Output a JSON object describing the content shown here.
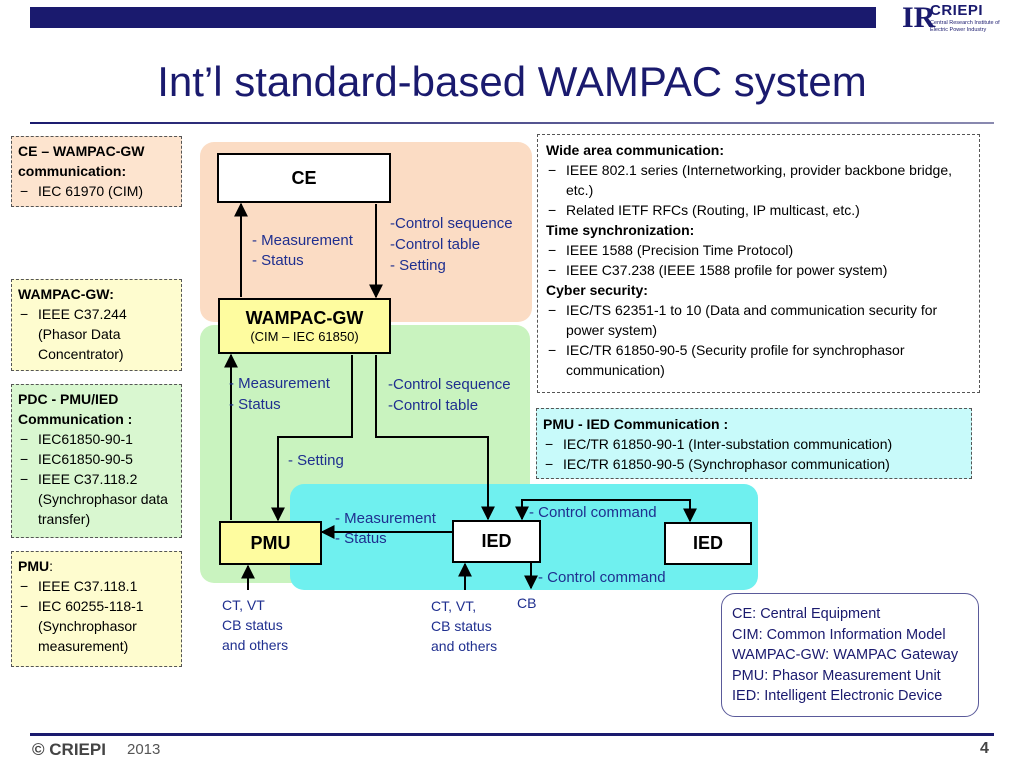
{
  "header": {
    "logo_mark": "IR",
    "logo_name": "CRIEPI",
    "logo_sub": "Central Research Institute of Electric Power Industry"
  },
  "title": "Int’l standard-based WAMPAC system",
  "left_boxes": {
    "ce_gw": {
      "heading": "CE – WAMPAC-GW communication:",
      "items": [
        "IEC 61970 (CIM)"
      ]
    },
    "gw": {
      "heading": "WAMPAC-GW:",
      "items": [
        "IEEE C37.244 (Phasor Data Concentrator)"
      ]
    },
    "pdc": {
      "heading": "PDC - PMU/IED Communication :",
      "items": [
        "IEC61850-90-1",
        "IEC61850-90-5",
        "IEEE C37.118.2 (Synchrophasor data transfer)"
      ]
    },
    "pmu": {
      "heading": "PMU",
      "heading_suffix": ":",
      "items": [
        "IEEE C37.118.1",
        "IEC 60255-118-1 (Synchrophasor measurement)"
      ]
    }
  },
  "right_boxes": {
    "wide": {
      "h1": "Wide area communication:",
      "items1": [
        "IEEE 802.1 series (Internetworking, provider backbone bridge, etc.)",
        "Related IETF RFCs (Routing, IP multicast, etc.)"
      ],
      "h2": "Time synchronization:",
      "items2": [
        "IEEE 1588 (Precision Time Protocol)",
        "IEEE C37.238 (IEEE 1588 profile for power system)"
      ],
      "h3": "Cyber security:",
      "items3": [
        "IEC/TS 62351-1 to 10 (Data and communication security for power system)",
        "IEC/TR 61850-90-5 (Security profile for synchrophasor communication)"
      ]
    },
    "pmu_ied": {
      "heading": "PMU - IED Communication :",
      "items": [
        "IEC/TR 61850-90-1 (Inter-substation communication)",
        "IEC/TR 61850-90-5 (Synchrophasor communication)"
      ]
    }
  },
  "nodes": {
    "ce": "CE",
    "gw": "WAMPAC-GW",
    "gw_sub": "(CIM – IEC 61850)",
    "pmu": "PMU",
    "ied1": "IED",
    "ied2": "IED"
  },
  "labels": {
    "ce_up_1": "- Measurement",
    "ce_up_2": "- Status",
    "ce_down_1": "-Control sequence",
    "ce_down_2": "-Control table",
    "ce_down_3": "- Setting",
    "gw_up_1": "- Measurement",
    "gw_up_2": "- Status",
    "gw_down_1": "-Control sequence",
    "gw_down_2": "-Control table",
    "setting": "- Setting",
    "ied_meas_1": "- Measurement",
    "ied_meas_2": "- Status",
    "ctrl_cmd_top": "- Control command",
    "ctrl_cmd_bottom": "- Control command",
    "cb": "CB",
    "pmu_in_1": "CT, VT",
    "pmu_in_2": "CB status",
    "pmu_in_3": "and others",
    "ied_in_1": "CT, VT,",
    "ied_in_2": "CB status",
    "ied_in_3": "and others"
  },
  "legend": [
    "CE: Central Equipment",
    "CIM: Common Information Model",
    "WAMPAC-GW: WAMPAC Gateway",
    "PMU: Phasor Measurement Unit",
    "IED: Intelligent Electronic Device"
  ],
  "footer": {
    "org": "CRIEPI",
    "year": "2013",
    "page": "4"
  }
}
